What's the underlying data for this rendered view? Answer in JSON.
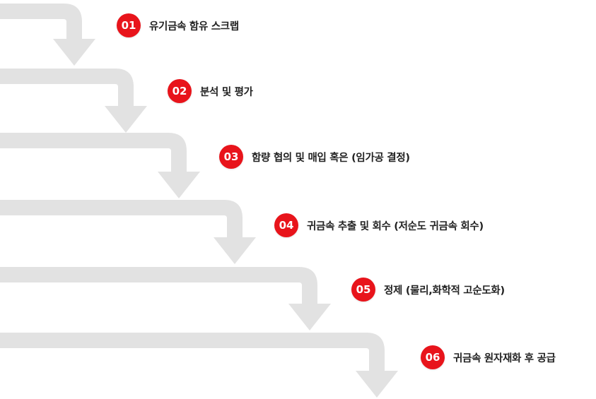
{
  "colors": {
    "arrow": "#e2e2e2",
    "badge": "#e8141b",
    "text": "#222222",
    "background": "#ffffff"
  },
  "steps": [
    {
      "number": "01",
      "label": "유기금속 함유 스크랩"
    },
    {
      "number": "02",
      "label": "분석 및 평가"
    },
    {
      "number": "03",
      "label": "함량 협의 및 매입 혹은 (임가공 결정)"
    },
    {
      "number": "04",
      "label": "귀금속 추출 및 회수 (저순도 귀금속 회수)"
    },
    {
      "number": "05",
      "label": "정제 (물리,화학적 고순도화)"
    },
    {
      "number": "06",
      "label": "귀금속 원자재화 후 공급"
    }
  ]
}
